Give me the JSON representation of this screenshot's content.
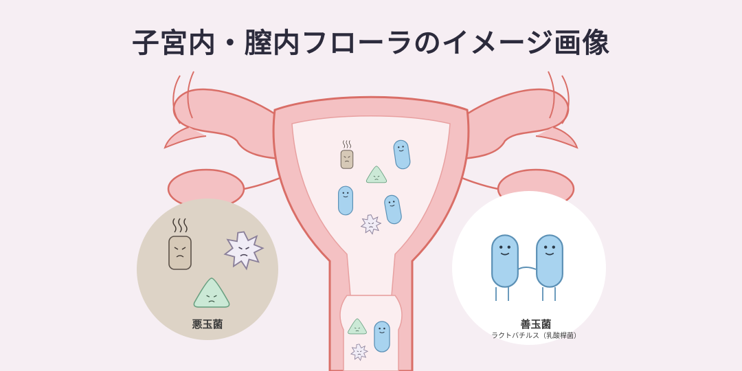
{
  "title": "子宮内・膣内フローラのイメージ画像",
  "bad_bacteria_label": "悪玉菌",
  "good_bacteria_label": "善玉菌",
  "good_bacteria_sublabel": "ラクトバチルス（乳酸桿菌）",
  "colors": {
    "background": "#f6eef3",
    "uterus_fill": "#f4c1c3",
    "uterus_outline": "#d96e67",
    "uterus_inner": "#fbeef0",
    "good_bacteria": "#a8d3ef",
    "bad_circle": "#ddd3c6",
    "good_circle": "#ffffff"
  },
  "icons": [
    "lactobacillus-icon",
    "smelly-bacterium-icon",
    "spiky-virus-icon",
    "green-triangle-bacterium-icon"
  ]
}
